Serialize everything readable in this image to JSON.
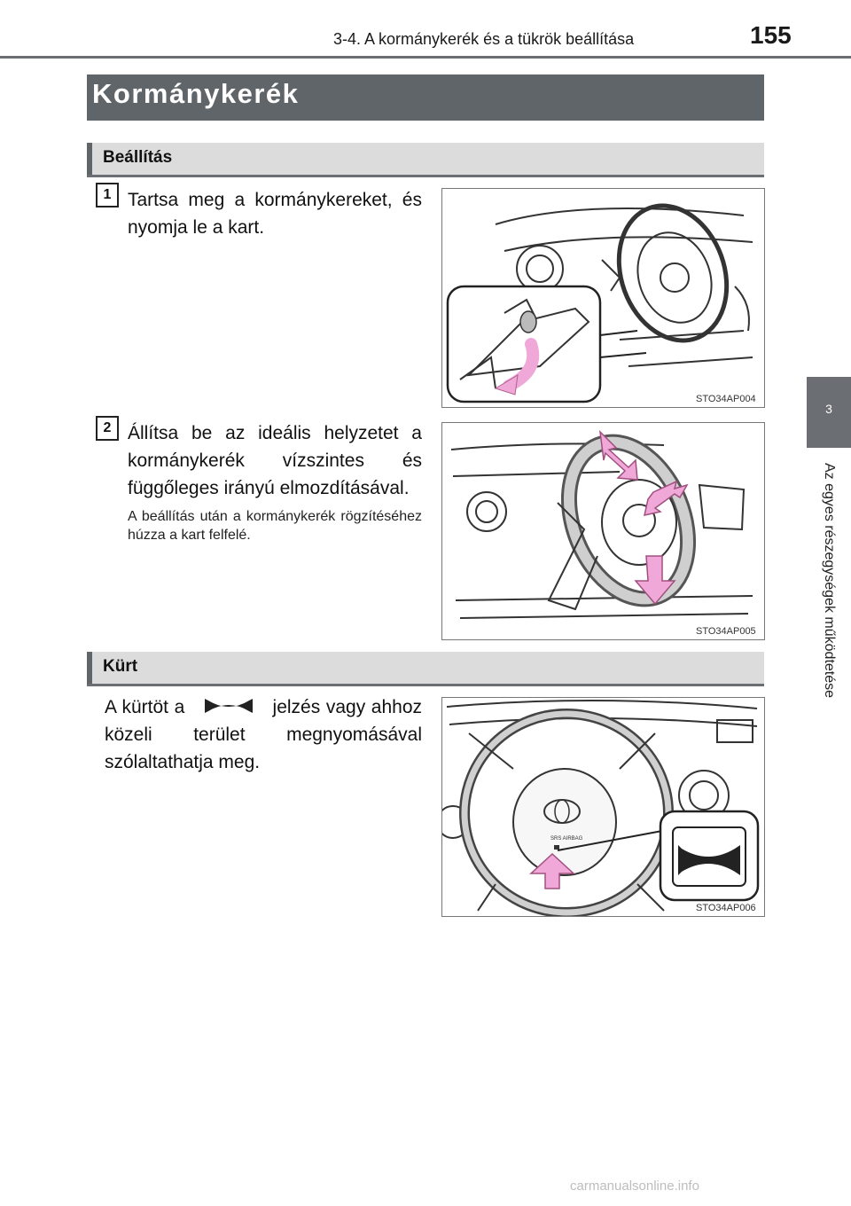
{
  "header": {
    "section_title": "3-4. A kormánykerék és a tükrök beállítása",
    "page_number": "155"
  },
  "side_tab": {
    "chapter_number": "3",
    "chapter_title": "Az egyes részegységek működtetése"
  },
  "main_title": "Kormánykerék",
  "sections": [
    {
      "heading": "Beállítás",
      "steps": [
        {
          "number": "1",
          "text": "Tartsa meg a kormánykereket, és nyomja le a kart.",
          "figure_code": "STO34AP004"
        },
        {
          "number": "2",
          "text": "Állítsa be az ideális helyzetet a kormánykerék vízszintes és függőleges irányú elmozdításával.",
          "note": "A beállítás után a kormánykerék rögzítéséhez húzza a kart felfelé.",
          "figure_code": "STO34AP005"
        }
      ]
    },
    {
      "heading": "Kürt",
      "text_before_icon": "A kürtöt a",
      "icon": "horn-icon",
      "text_after_icon": "jelzés vagy ahhoz közeli terület megnyomásával szólaltathatja meg.",
      "figure_code": "STO34AP006",
      "airbag_label": "SRS AIRBAG"
    }
  ],
  "colors": {
    "title_bar": "#5f6569",
    "subheading_bar": "#dcdcdc",
    "arrow_pink": "#f0a8d8"
  },
  "watermark": "carmanualsonline.info"
}
